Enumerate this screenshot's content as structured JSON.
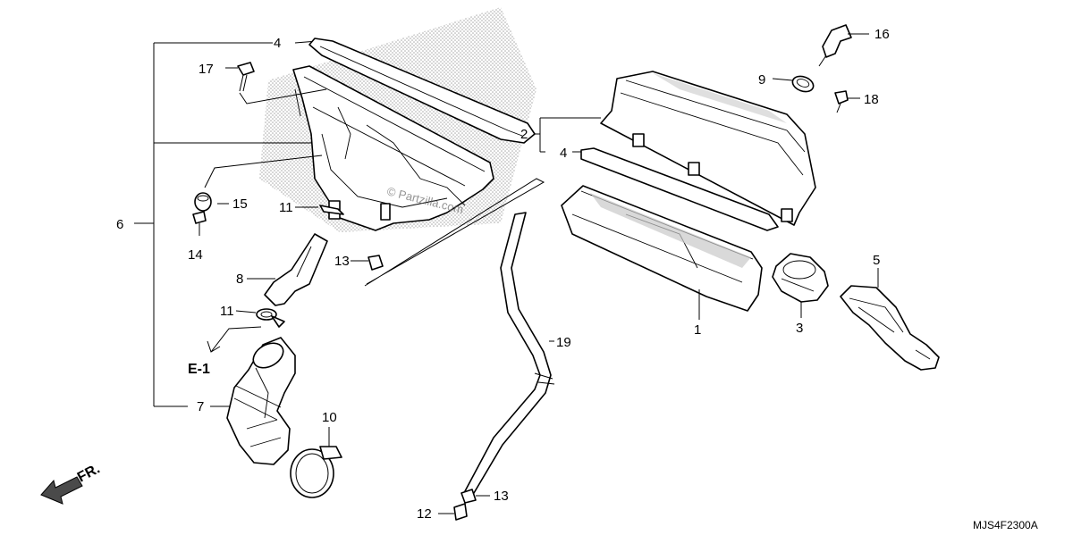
{
  "callouts": {
    "c1": "1",
    "c2": "2",
    "c3": "3",
    "c4a": "4",
    "c4b": "4",
    "c5": "5",
    "c6": "6",
    "c7": "7",
    "c8": "8",
    "c9": "9",
    "c10": "10",
    "c11a": "11",
    "c11b": "11",
    "c12": "12",
    "c13a": "13",
    "c13b": "13",
    "c14": "14",
    "c15": "15",
    "c16": "16",
    "c17": "17",
    "c18": "18",
    "c19": "19"
  },
  "reference": "E-1",
  "front_indicator": "FR.",
  "diagram_code": "MJS4F2300A",
  "watermark": "© Partzilla.com"
}
